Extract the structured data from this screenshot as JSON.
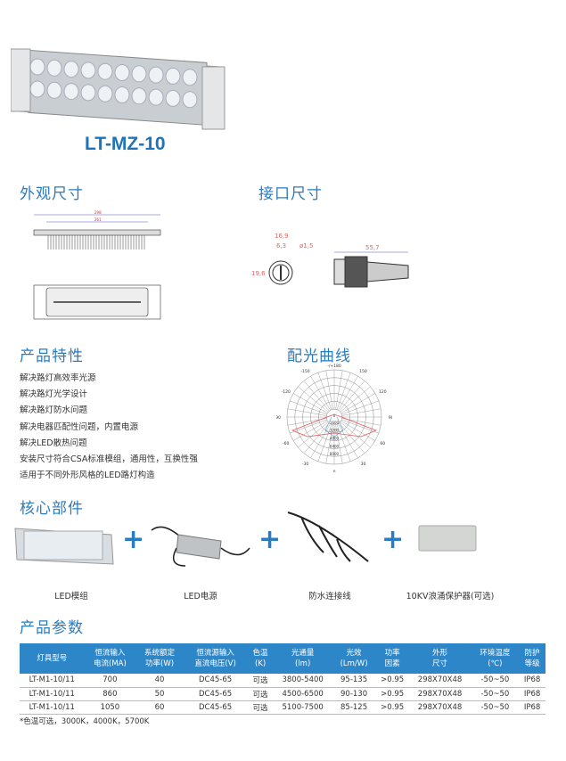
{
  "product": {
    "model_title": "LT-MZ-10"
  },
  "sections": {
    "appearance": "外观尺寸",
    "interface": "接口尺寸",
    "features": "产品特性",
    "light_curve": "配光曲线",
    "core_parts": "核心部件",
    "params": "产品参数"
  },
  "dimensions": {
    "total_length": "298",
    "inner_length": "261",
    "conn_width": "16,9",
    "conn_inner": "6,3",
    "conn_pin": "ø1,5",
    "conn_height": "19,6",
    "cable_length": "55,7"
  },
  "features": [
    "解决路灯高效率光源",
    "解决路灯光学设计",
    "解决路灯防水问题",
    "解决电器匹配性问题，内置电源",
    "解决LED散热问题",
    "安装尺寸符合CSA标准模组，通用性，互换性强",
    "适用于不同外形风格的LED路灯构造"
  ],
  "polar": {
    "angle_labels": [
      "-/+180",
      "150",
      "-150",
      "120",
      "-120",
      "90",
      "-90",
      "60",
      "-60",
      "30",
      "-30",
      "0"
    ],
    "radial_labels": [
      "0",
      "1600",
      "3200",
      "4800",
      "6400",
      "8000"
    ]
  },
  "components": [
    {
      "label": "LED模组"
    },
    {
      "label": "LED电源"
    },
    {
      "label": "防水连接线"
    },
    {
      "label": "10KV浪涌保护器(可选)"
    }
  ],
  "table": {
    "headers": [
      "灯具型号",
      "恒流输入\n电流(MA)",
      "系统额定\n功率(W)",
      "恒流源输入\n直流电压(V)",
      "色温\n(K)",
      "光通量\n(lm)",
      "光效\n(Lm/W)",
      "功率\n因素",
      "外形\n尺寸",
      "环境温度\n(℃)",
      "防护\n等级"
    ],
    "rows": [
      [
        "LT-M1-10/11",
        "700",
        "40",
        "DC45-65",
        "可选",
        "3800-5400",
        "95-135",
        ">0.95",
        "298X70X48",
        "-50~50",
        "IP68"
      ],
      [
        "LT-M1-10/11",
        "860",
        "50",
        "DC45-65",
        "可选",
        "4500-6500",
        "90-130",
        ">0.95",
        "298X70X48",
        "-50~50",
        "IP68"
      ],
      [
        "LT-M1-10/11",
        "1050",
        "60",
        "DC45-65",
        "可选",
        "5100-7500",
        "85-125",
        ">0.95",
        "298X70X48",
        "-50~50",
        "IP68"
      ]
    ]
  },
  "footnote": "*色温可选，3000K，4000K，5700K",
  "colors": {
    "accent": "#2a7cc0",
    "header_bg": "#2d86c8"
  }
}
